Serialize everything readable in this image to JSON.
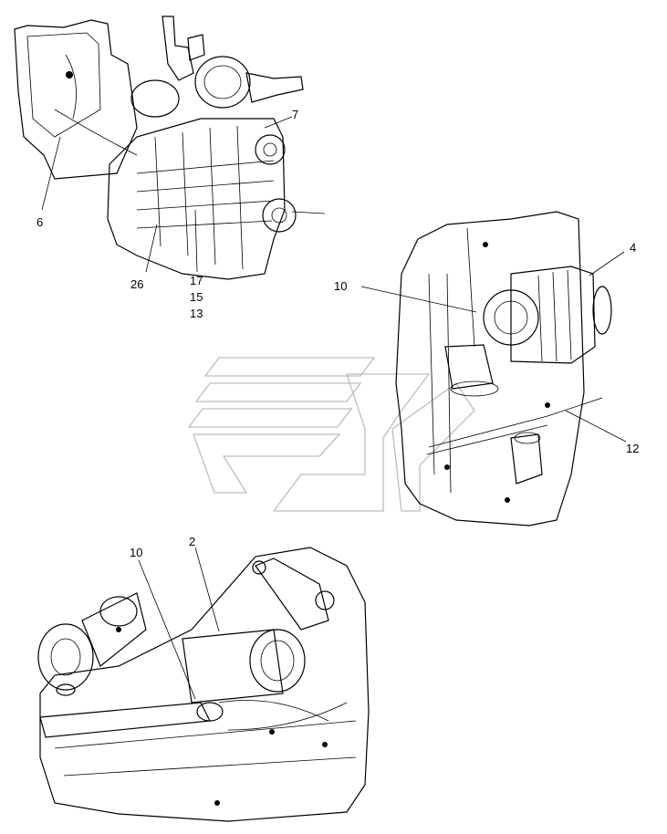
{
  "diagram": {
    "callouts": {
      "top": [
        "6",
        "7",
        "26",
        "17",
        "15",
        "13"
      ],
      "right": [
        "10",
        "4",
        "12"
      ],
      "bottom": [
        "10",
        "2"
      ]
    }
  },
  "colors": {
    "line": "#000000",
    "watermark": "#bdbdbd",
    "background": "#ffffff"
  }
}
